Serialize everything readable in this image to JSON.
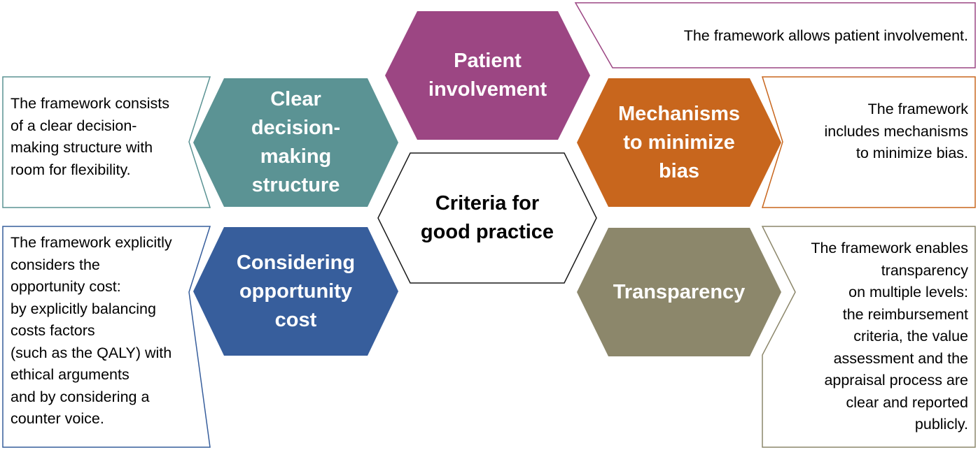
{
  "colors": {
    "patient": "#9c4683",
    "clear": "#5b9394",
    "mechanisms": "#c8661d",
    "opportunity": "#375e9c",
    "transparency": "#8c876b",
    "center_stroke": "#1a1a1a"
  },
  "center": {
    "label": "Criteria for\ngood practice"
  },
  "criteria": {
    "patient": {
      "label": "Patient\ninvolvement",
      "description": "The framework allows patient involvement."
    },
    "clear": {
      "label": "Clear\ndecision-\nmaking\nstructure",
      "description": "The framework consists\nof a clear decision-\nmaking structure with\nroom for flexibility."
    },
    "mechanisms": {
      "label": "Mechanisms\nto minimize\nbias",
      "description": "The framework\nincludes mechanisms\nto minimize bias."
    },
    "opportunity": {
      "label": "Considering\nopportunity\ncost",
      "description": "The framework explicitly\nconsiders the\nopportunity cost:\nby explicitly balancing\ncosts factors\n(such as the QALY) with\nethical arguments\nand by considering a\ncounter voice."
    },
    "transparency": {
      "label": "Transparency",
      "description": "The framework enables\ntransparency\non multiple levels:\nthe reimbursement\ncriteria, the value\nassessment and the\nappraisal process are\nclear and reported\npublicly."
    }
  }
}
